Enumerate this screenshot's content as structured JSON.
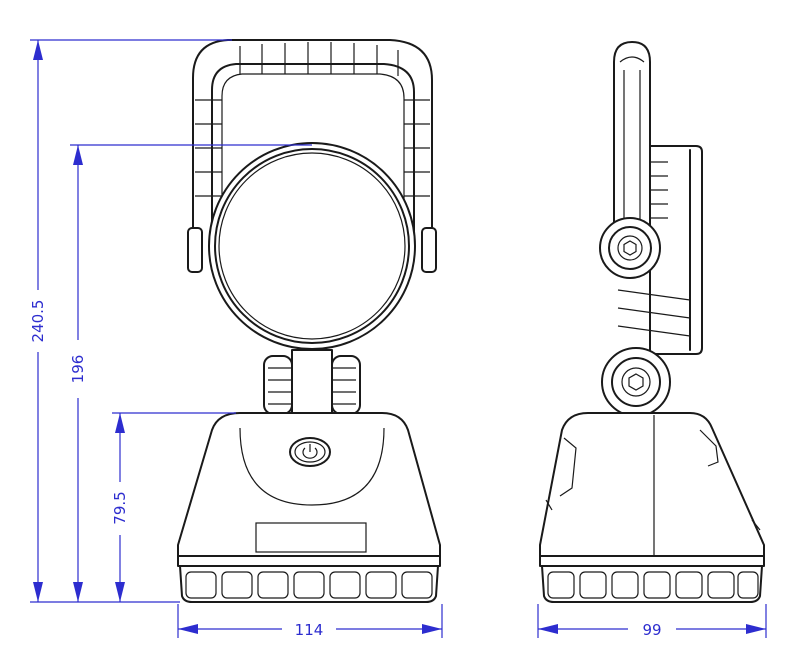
{
  "dimensions": {
    "overall_height": "240.5",
    "head_height": "196",
    "base_height": "79.5",
    "front_width": "114",
    "side_depth": "99"
  },
  "colors": {
    "dimension": "#2d2dcf",
    "outline": "#1a1a1a",
    "background": "#ffffff"
  },
  "icons": {
    "power_button": "power-icon"
  }
}
